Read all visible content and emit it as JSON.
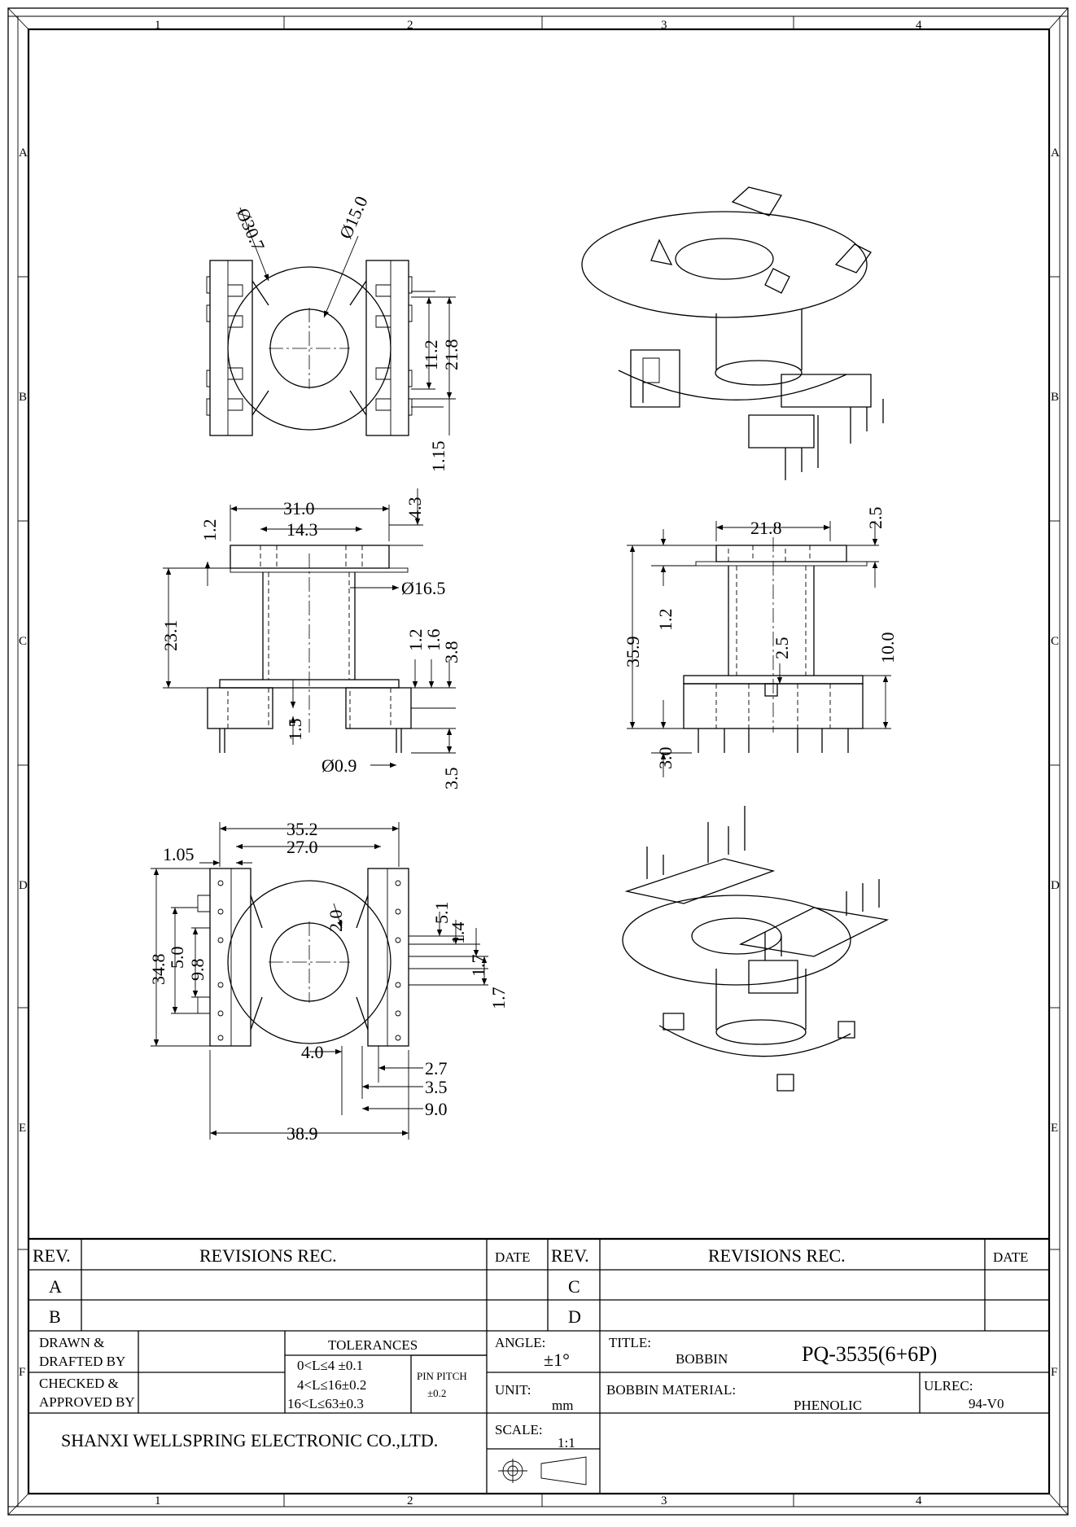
{
  "border": {
    "columns": [
      "1",
      "2",
      "3",
      "4"
    ],
    "rows": [
      "A",
      "B",
      "C",
      "D",
      "E",
      "F"
    ]
  },
  "dimensions": {
    "top": [
      "Ø30.7",
      "Ø15.0",
      "11.2",
      "21.8",
      "1.15"
    ],
    "side_left": [
      "31.0",
      "14.3",
      "4.3",
      "1.2",
      "Ø16.5",
      "23.1",
      "1.2",
      "1.6",
      "3.8",
      "1.5",
      "Ø0.9",
      "3.5"
    ],
    "side_right": [
      "21.8",
      "2.5",
      "1.2",
      "35.9",
      "2.5",
      "10.0",
      "3.0"
    ],
    "bottom": [
      "35.2",
      "27.0",
      "1.05",
      "34.8",
      "5.0",
      "9.8",
      "2.0",
      "5.1",
      "1.4",
      "1.7",
      "1.7",
      "4.0",
      "2.7",
      "3.5",
      "9.0",
      "38.9"
    ]
  },
  "title_block": {
    "rev_header": "REV.",
    "revisions_header": "REVISIONS REC.",
    "date_header": "DATE",
    "rev_left": [
      "A",
      "B"
    ],
    "rev_right": [
      "C",
      "D"
    ],
    "drawn_label_1": "DRAWN  &",
    "drawn_label_2": "DRAFTED BY",
    "checked_label_1": "CHECKED  &",
    "checked_label_2": "APPROVED BY",
    "tolerances_label": "TOLERANCES",
    "tol_1": "0<L≤4   ±0.1",
    "tol_2": "4<L≤16±0.2",
    "tol_3": "16<L≤63±0.3",
    "pin_pitch_label": "PIN PITCH",
    "pin_pitch_value": "±0.2",
    "angle_label": "ANGLE:",
    "angle_value": "±1°",
    "unit_label": "UNIT:",
    "unit_value": "mm",
    "scale_label": "SCALE:",
    "scale_value": "1:1",
    "title_label": "TITLE:",
    "title_part": "BOBBIN",
    "title_value": "PQ-3535(6+6P)",
    "material_label": "BOBBIN MATERIAL:",
    "material_value": "PHENOLIC",
    "ulrec_label": "ULREC:",
    "ulrec_value": "94-V0",
    "company": "SHANXI WELLSPRING ELECTRONIC CO.,LTD."
  }
}
